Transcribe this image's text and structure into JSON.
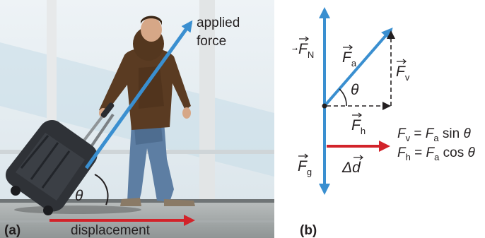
{
  "panel_a": {
    "label": "(a)",
    "applied_force_line1": "applied",
    "applied_force_line2": "force",
    "displacement": "displacement",
    "angle": "θ"
  },
  "panel_b": {
    "label": "(b)",
    "fn": "F",
    "fn_sub": "N",
    "fa": "F",
    "fa_sub": "a",
    "fv": "F",
    "fv_sub": "v",
    "fh": "F",
    "fh_sub": "h",
    "fg": "F",
    "fg_sub": "g",
    "angle": "θ",
    "delta_d": "Δd"
  },
  "equations": {
    "eq1_lhs": "F",
    "eq1_lhs_sub": "v",
    "eq1_mid": " = ",
    "eq1_rhs": "F",
    "eq1_rhs_sub": "a",
    "eq1_fn": " sin ",
    "eq1_theta": "θ",
    "eq2_lhs": "F",
    "eq2_lhs_sub": "h",
    "eq2_mid": " = ",
    "eq2_rhs": "F",
    "eq2_rhs_sub": "a",
    "eq2_fn": " cos ",
    "eq2_theta": "θ"
  },
  "colors": {
    "force_blue": "#3a8fd0",
    "displacement_red": "#d2232a",
    "ink": "#231f20"
  }
}
